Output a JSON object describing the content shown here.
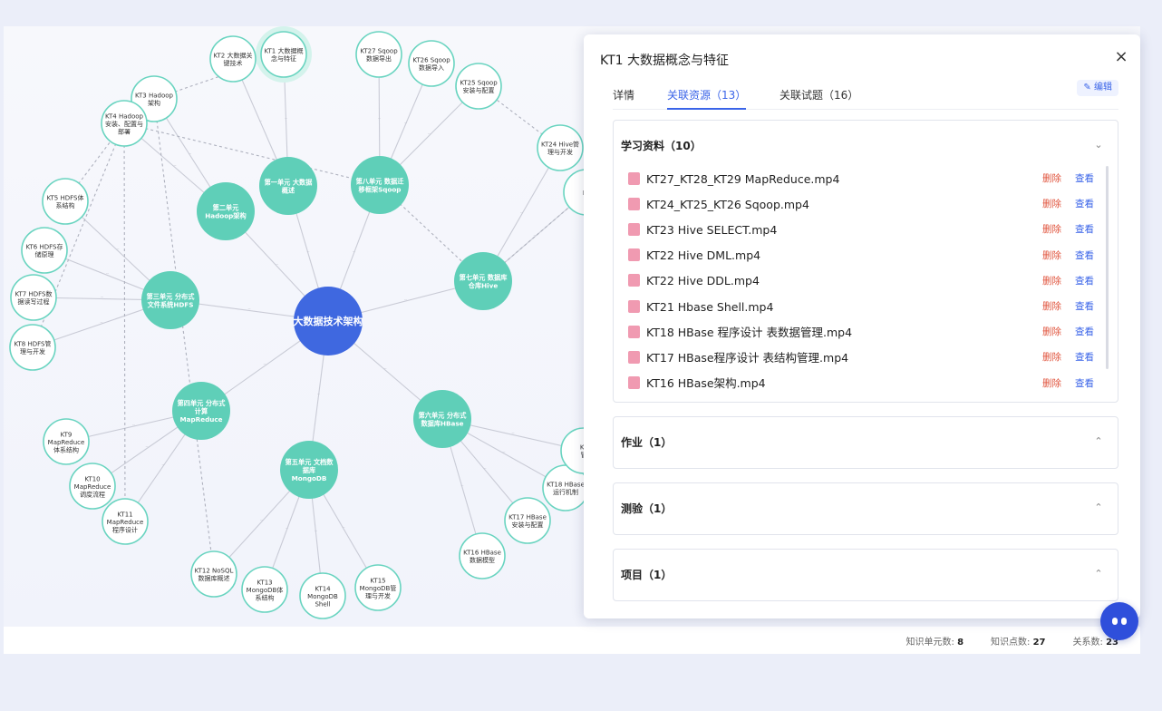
{
  "graph": {
    "root": {
      "label": "大数据技术架构"
    },
    "units": [
      {
        "id": "u1",
        "lines": [
          "第一单元 大数据",
          "概述"
        ]
      },
      {
        "id": "u2",
        "lines": [
          "第二单元",
          "Hadoop架构"
        ]
      },
      {
        "id": "u3",
        "lines": [
          "第三单元 分布式",
          "文件系统HDFS"
        ]
      },
      {
        "id": "u4",
        "lines": [
          "第四单元 分布式",
          "计算",
          "MapReduce"
        ]
      },
      {
        "id": "u5",
        "lines": [
          "第五单元 文档数",
          "据库",
          "MongoDB"
        ]
      },
      {
        "id": "u6",
        "lines": [
          "第六单元 分布式",
          "数据库HBase"
        ]
      },
      {
        "id": "u7",
        "lines": [
          "第七单元 数据库",
          "仓库Hive"
        ]
      },
      {
        "id": "u8",
        "lines": [
          "第八单元 数据迁",
          "移框架Sqoop"
        ]
      }
    ],
    "kts": [
      {
        "id": "k1",
        "lines": [
          "KT1 大数据概",
          "念与特征"
        ]
      },
      {
        "id": "k2",
        "lines": [
          "KT2 大数据关",
          "键技术"
        ]
      },
      {
        "id": "k3",
        "lines": [
          "KT3 Hadoop",
          "架构"
        ]
      },
      {
        "id": "k4",
        "lines": [
          "KT4 Hadoop",
          "安装、配置与",
          "部署"
        ]
      },
      {
        "id": "k5",
        "lines": [
          "KT5 HDFS体",
          "系结构"
        ]
      },
      {
        "id": "k6",
        "lines": [
          "KT6 HDFS存",
          "储原理"
        ]
      },
      {
        "id": "k7",
        "lines": [
          "KT7 HDFS数",
          "据读写过程"
        ]
      },
      {
        "id": "k8",
        "lines": [
          "KT8 HDFS管",
          "理与开发"
        ]
      },
      {
        "id": "k9",
        "lines": [
          "KT9",
          "MapReduce",
          "体系结构"
        ]
      },
      {
        "id": "k10",
        "lines": [
          "KT10",
          "MapReduce",
          "调度流程"
        ]
      },
      {
        "id": "k11",
        "lines": [
          "KT11",
          "MapReduce",
          "程序设计"
        ]
      },
      {
        "id": "k12",
        "lines": [
          "KT12 NoSQL",
          "数据库概述"
        ]
      },
      {
        "id": "k13",
        "lines": [
          "KT13",
          "MongoDB体",
          "系结构"
        ]
      },
      {
        "id": "k14",
        "lines": [
          "KT14",
          "MongoDB",
          "Shell"
        ]
      },
      {
        "id": "k15",
        "lines": [
          "KT15",
          "MongoDB管",
          "理与开发"
        ]
      },
      {
        "id": "k16",
        "lines": [
          "KT16 HBase",
          "数据模型"
        ]
      },
      {
        "id": "k17",
        "lines": [
          "KT17 HBase",
          "安装与配置"
        ]
      },
      {
        "id": "k18",
        "lines": [
          "KT18 HBase",
          "运行机制"
        ]
      },
      {
        "id": "k19",
        "lines": [
          "KT",
          "管"
        ]
      },
      {
        "id": "k24",
        "lines": [
          "KT24 Hive管",
          "理与开发"
        ]
      },
      {
        "id": "k25",
        "lines": [
          "KT25 Sqoop",
          "安装与配置"
        ]
      },
      {
        "id": "k26",
        "lines": [
          "KT26 Sqoop",
          "数据导入"
        ]
      },
      {
        "id": "k27",
        "lines": [
          "KT27 Sqoop",
          "数据导出"
        ]
      },
      {
        "id": "k28",
        "lines": [
          "KT"
        ]
      }
    ]
  },
  "stats": {
    "units_label": "知识单元数:",
    "units_value": "8",
    "points_label": "知识点数:",
    "points_value": "27",
    "relations_label": "关系数:",
    "relations_value": "23"
  },
  "panel": {
    "title": "KT1 大数据概念与特征",
    "close_icon": "×",
    "tabs": [
      "详情",
      "关联资源（13）",
      "关联试题（16）"
    ],
    "edit_label": "编辑",
    "sections": {
      "materials": {
        "title": "学习资料（10）",
        "files": [
          "KT27_KT28_KT29 MapReduce.mp4",
          "KT24_KT25_KT26 Sqoop.mp4",
          "KT23 Hive SELECT.mp4",
          "KT22 Hive DML.mp4",
          "KT22 Hive DDL.mp4",
          "KT21 Hbase Shell.mp4",
          "KT18 HBase 程序设计 表数据管理.mp4",
          "KT17 HBase程序设计 表结构管理.mp4",
          "KT16 HBase架构.mp4"
        ],
        "delete_label": "删除",
        "view_label": "查看"
      },
      "homework": {
        "title": "作业（1）"
      },
      "quiz": {
        "title": "测验（1）"
      },
      "project": {
        "title": "项目（1）"
      }
    }
  },
  "colors": {
    "accent": "#3a64e8",
    "unit_node": "#5fcfb8",
    "root_node": "#3f68e0",
    "danger": "#e0533c"
  }
}
